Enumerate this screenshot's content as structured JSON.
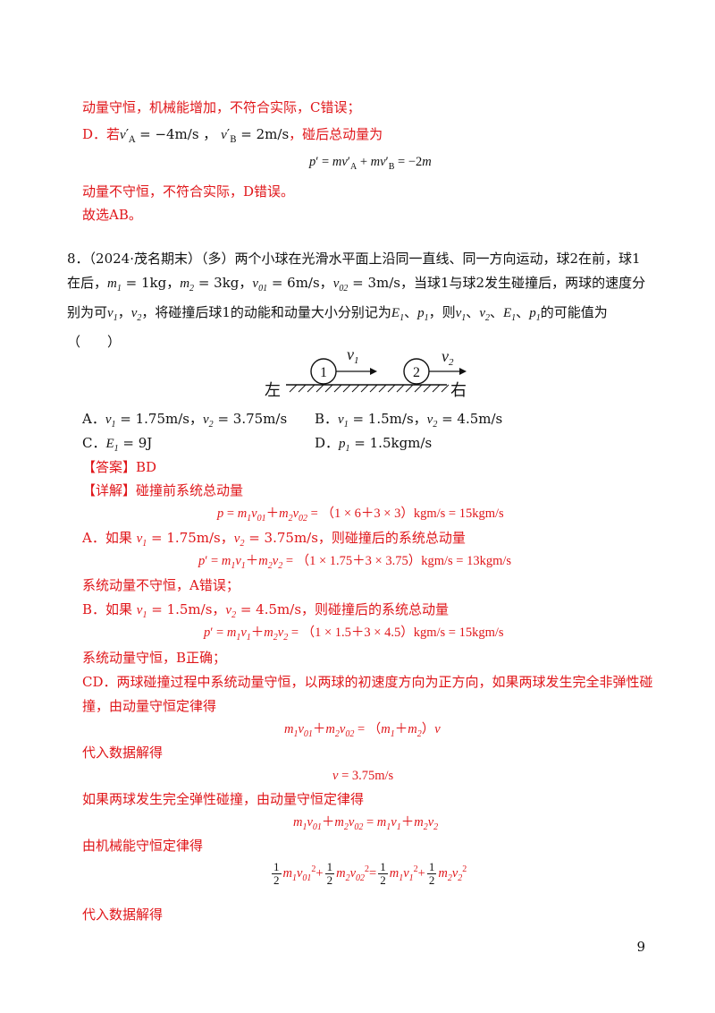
{
  "top": {
    "line_c": "动量守恒，机械能增加，不符合实际，C错误；",
    "d_prefix": "D．若",
    "d_cond": "v′A = −4m/s ， v′B = 2m/s",
    "d_suffix": "，碰后总动量为",
    "d_eq": "p′ = mv′A + mv′B = −2m",
    "line_d_result": "动量不守恒，不符合实际，D错误。",
    "line_choose": "故选AB。"
  },
  "question": {
    "number": "8．",
    "text": "（2024·茂名期末）（多）两个小球在光滑水平面上沿同一直线、同一方向运动，球2在前，球1在后，m1 = 1kg，m2 = 3kg，v01 = 6m/s，v02 = 3m/s，当球1与球2发生碰撞后，两球的速度分别为可v1，v2，将碰撞后球1的动能和动量大小分别记为E1、p1，则v1、v2、E1、p1的可能值为（　　）"
  },
  "figure": {
    "ball1": "1",
    "ball2": "2",
    "v1": "v1",
    "v2": "v2",
    "left": "左",
    "right": "右"
  },
  "options": {
    "a": "A．v1 = 1.75m/s，v2 = 3.75m/s",
    "b": "B．v1 = 1.5m/s，v2 = 4.5m/s",
    "c": "C．E1 = 9J",
    "d": "D．p1 = 1.5kgm/s"
  },
  "answer": {
    "label": "【答案】BD",
    "detail_label": "【详解】碰撞前系统总动量",
    "eq1": "p = m1v01＋m2v02 = （1 × 6＋3 × 3）kgm/s = 15kgm/s",
    "a_line": "A．如果 v1 = 1.75m/s，v2 = 3.75m/s，则碰撞后的系统总动量",
    "eq2": "p′ = m1v1＋m2v2 = （1 × 1.75＋3 × 3.75）kgm/s = 13kgm/s",
    "a_result": "系统动量不守恒，A错误；",
    "b_line": "B．如果 v1 = 1.5m/s，v2 = 4.5m/s，则碰撞后的系统总动量",
    "eq3": "p′ = m1v1＋m2v2 = （1 × 1.5＋3 × 4.5）kgm/s = 15kgm/s",
    "b_result": "系统动量守恒，B正确；",
    "cd_line1": "CD．两球碰撞过程中系统动量守恒，以两球的初速度方向为正方向，如果两球发生完全非弹性碰",
    "cd_line2": "撞，由动量守恒定律得",
    "eq4": "m1v01＋m2v02 = （m1＋m2）v",
    "sub_line": "代入数据解得",
    "eq5": "v = 3.75m/s",
    "elastic_line": "如果两球发生完全弹性碰撞，由动量守恒定律得",
    "eq6": "m1v01＋m2v02 = m1v1＋m2v2",
    "energy_line": "由机械能守恒定律得",
    "eq7": "1/2 m1v01² + 1/2 m2v02² = 1/2 m1v1² + 1/2 m2v2²",
    "sub_line2": "代入数据解得"
  },
  "page_number": "9",
  "colors": {
    "answer_red": "#e0161a",
    "text": "#111111"
  }
}
